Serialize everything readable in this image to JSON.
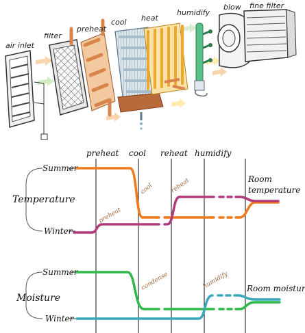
{
  "equipment": {
    "air_inlet": "air inlet",
    "filter": "filter",
    "preheat": "preheat",
    "cool": "cool",
    "heat": "heat",
    "humidify": "humidify",
    "blow": "blow",
    "fine_filter": "fine filter"
  },
  "process": {
    "columns": [
      "preheat",
      "cool",
      "reheat",
      "humidify"
    ]
  },
  "temperature": {
    "title": "Temperature",
    "summer": "Summer",
    "winter": "Winter",
    "result": [
      "Room",
      "temperature"
    ],
    "notes": {
      "cool": "cool",
      "reheat": "reheat",
      "preheat": "preheat"
    }
  },
  "moisture": {
    "title": "Moisture",
    "summer": "Summer",
    "winter": "Winter",
    "result": "Room moisture",
    "notes": {
      "condense": "condense",
      "humidify": "humidify"
    }
  },
  "colors": {
    "orange": "#f07a1a",
    "magenta": "#b03a7a",
    "green": "#2fb84a",
    "teal": "#3aa8bc",
    "copper": "#e0955a",
    "gold": "#f0b640",
    "steel": "#98b4c4"
  }
}
